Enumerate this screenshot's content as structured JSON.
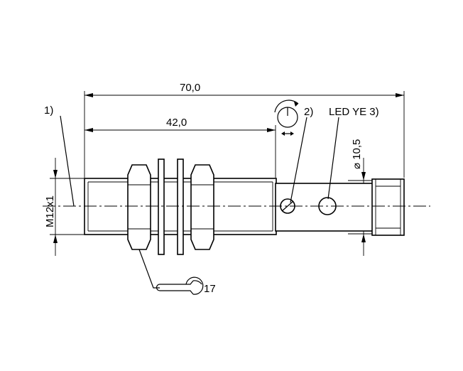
{
  "dimensions": {
    "overall_length": "70,0",
    "thread_length": "42,0",
    "housing_diameter": "⌀ 10,5",
    "thread_size": "M12x1",
    "wrench_size": "17"
  },
  "callouts": {
    "note_1": "1)",
    "note_2": "2)",
    "note_3": "LED YE 3)"
  },
  "icons": [
    "potentiometer-adjust-icon",
    "wrench-icon"
  ]
}
